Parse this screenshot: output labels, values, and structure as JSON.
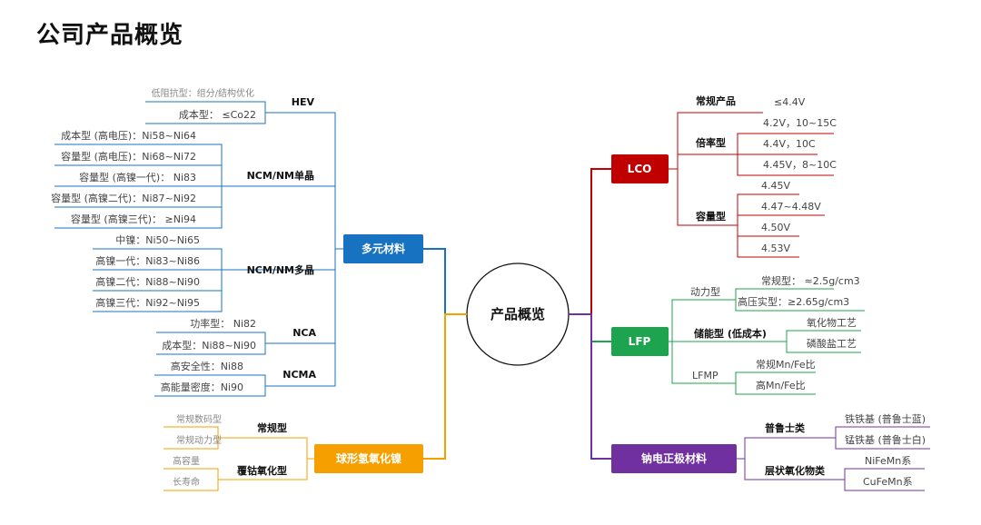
{
  "page_title": "公司产品概览",
  "center": "产品概览",
  "left": {
    "ternary": {
      "label": "多元材料",
      "color": "#1773c1",
      "groups": [
        {
          "name": "HEV",
          "items": [
            "低阻抗型：组分/结构优化",
            "成本型：      ≤Co22"
          ]
        },
        {
          "name": "NCM/NM单晶",
          "items": [
            "成本型 (高电压)：Ni58~Ni64",
            "容量型 (高电压)：Ni68~Ni72",
            "容量型 (高镍一代)：       Ni83",
            "容量型 (高镍二代)：Ni87~Ni92",
            "容量型 (高镍三代)：      ≥Ni94"
          ]
        },
        {
          "name": "NCM/NM多晶",
          "items": [
            "中镍：Ni50~Ni65",
            "高镍一代：Ni83~Ni86",
            "高镍二代：Ni88~Ni90",
            "高镍三代：Ni92~Ni95"
          ]
        },
        {
          "name": "NCA",
          "items": [
            "功率型：          Ni82",
            "成本型：Ni88~Ni90"
          ]
        },
        {
          "name": "NCMA",
          "items": [
            "高安全性：Ni88",
            "高能量密度：Ni90"
          ]
        }
      ]
    },
    "spherical": {
      "label": "球形氢氧化镍",
      "color": "#f5a000",
      "groups": [
        {
          "name": "常规型",
          "items": [
            "常规数码型",
            "常规动力型"
          ]
        },
        {
          "name": "覆钴氧化型",
          "items": [
            "高容量",
            "长寿命"
          ]
        }
      ]
    }
  },
  "right": {
    "lco": {
      "label": "LCO",
      "color": "#c00000",
      "groups": [
        {
          "name": "常规产品",
          "items": [
            "≤4.4V"
          ]
        },
        {
          "name": "倍率型",
          "items": [
            "4.2V，10~15C",
            "4.4V，10C",
            "4.45V，8~10C"
          ]
        },
        {
          "name": "容量型",
          "items": [
            "4.45V",
            "4.47~4.48V",
            "4.50V",
            "4.53V"
          ]
        }
      ]
    },
    "lfp": {
      "label": "LFP",
      "color": "#1ea34e",
      "groups": [
        {
          "name": "动力型",
          "items": [
            "常规型：   ≈2.5g/cm3",
            "高压实型：≥2.65g/cm3"
          ]
        },
        {
          "name": "储能型 (低成本)",
          "items": [
            "氧化物工艺",
            "磷酸盐工艺"
          ]
        },
        {
          "name": "LFMP",
          "items": [
            "常规Mn/Fe比",
            "高Mn/Fe比"
          ]
        }
      ]
    },
    "sodium": {
      "label": "钠电正极材料",
      "color": "#7030a0",
      "groups": [
        {
          "name": "普鲁士类",
          "items": [
            "铁铁基 (普鲁士蓝)",
            "锰铁基 (普鲁士白)"
          ]
        },
        {
          "name": "层状氧化物类",
          "items": [
            "NiFeMn系",
            "CuFeMn系"
          ]
        }
      ]
    }
  }
}
